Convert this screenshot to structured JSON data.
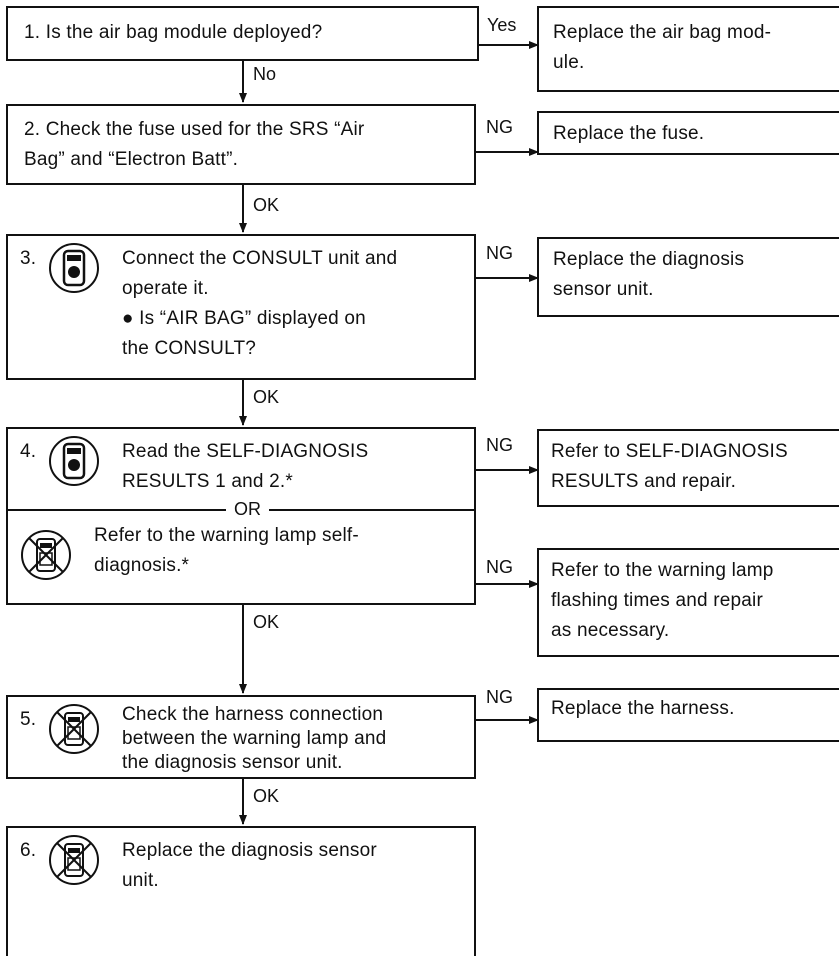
{
  "steps": {
    "s1": {
      "text": "1. Is the air bag module deployed?"
    },
    "s2": {
      "text": "2. Check the fuse used for the SRS “Air\n    Bag” and “Electron Batt”."
    },
    "s3": {
      "number": "3.",
      "text": "Connect the CONSULT unit and\noperate it.",
      "bullet": "● Is “AIR BAG” displayed on\n   the CONSULT?"
    },
    "s4": {
      "number": "4.",
      "text_a": "Read the SELF-DIAGNOSIS\nRESULTS 1 and 2.*",
      "or": "OR",
      "text_b": "Refer to the warning lamp self-\ndiagnosis.*"
    },
    "s5": {
      "number": "5.",
      "text": "Check the harness connection\nbetween the warning lamp and\nthe diagnosis sensor unit."
    },
    "s6": {
      "number": "6.",
      "text": "Replace the diagnosis sensor\nunit."
    }
  },
  "results": {
    "r1": "Replace the air bag mod-\nule.",
    "r2": "Replace the fuse.",
    "r3": "Replace the diagnosis\nsensor unit.",
    "r4a": "Refer to SELF-DIAGNOSIS\nRESULTS and repair.",
    "r4b": "Refer to the warning lamp\nflashing times and repair\nas necessary.",
    "r5": "Replace the harness."
  },
  "labels": {
    "yes": "Yes",
    "no": "No",
    "ok": "OK",
    "ng": "NG"
  },
  "icons": {
    "consult": "consult-tool-icon",
    "no_consult": "no-consult-tool-icon"
  }
}
